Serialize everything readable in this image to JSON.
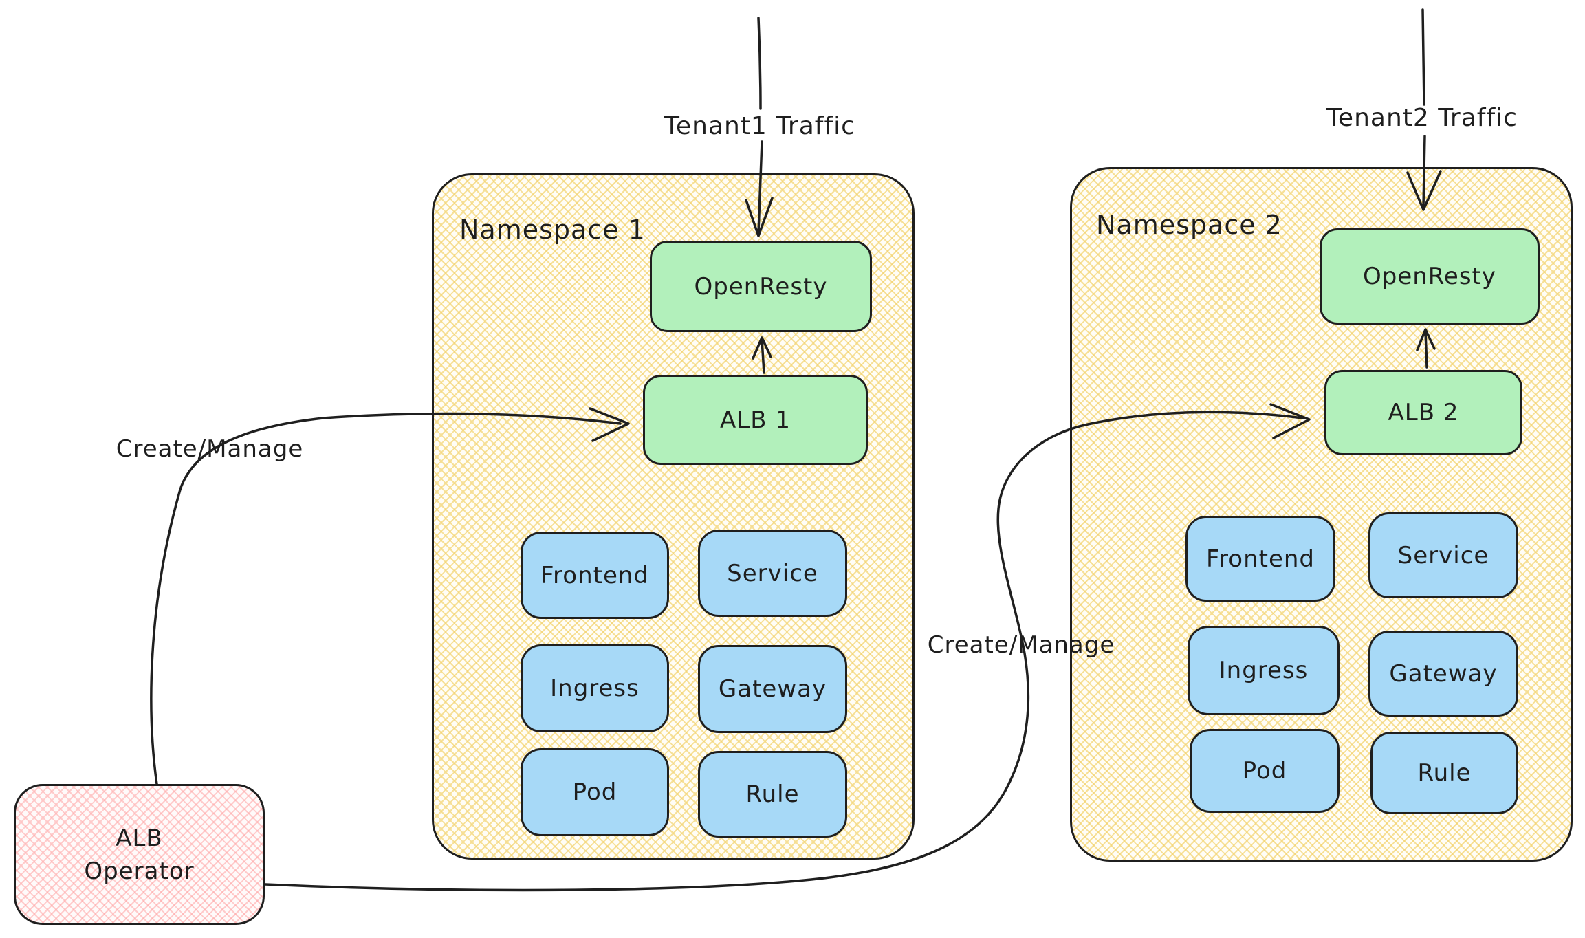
{
  "colors": {
    "stroke": "#1f1f1f",
    "namespace_hatch": "#f3d370",
    "green_fill": "#b2f0bb",
    "blue_fill": "#a7d9f7",
    "operator_hatch": "#ffa5a5",
    "background": "#ffffff"
  },
  "flows": {
    "tenant1_label": "Tenant1 Traffic",
    "tenant2_label": "Tenant2 Traffic",
    "create_manage_left_label": "Create/Manage",
    "create_manage_right_label": "Create/Manage"
  },
  "namespace1": {
    "title": "Namespace 1",
    "openresty_label": "OpenResty",
    "alb_label": "ALB 1",
    "resources": {
      "frontend": "Frontend",
      "service": "Service",
      "ingress": "Ingress",
      "gateway": "Gateway",
      "pod": "Pod",
      "rule": "Rule"
    }
  },
  "namespace2": {
    "title": "Namespace 2",
    "openresty_label": "OpenResty",
    "alb_label": "ALB 2",
    "resources": {
      "frontend": "Frontend",
      "service": "Service",
      "ingress": "Ingress",
      "gateway": "Gateway",
      "pod": "Pod",
      "rule": "Rule"
    }
  },
  "operator": {
    "line1": "ALB",
    "line2": "Operator"
  }
}
